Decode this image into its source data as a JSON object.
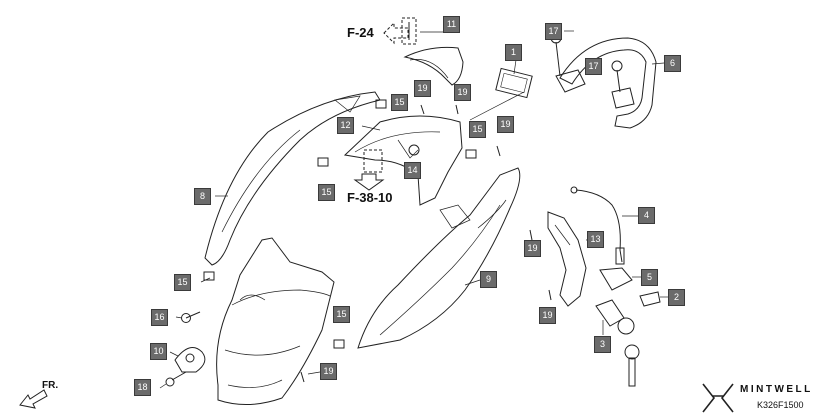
{
  "references": {
    "f24": "F-24",
    "f3810": "F-38-10"
  },
  "direction": "FR.",
  "brand": "MINTWELL",
  "diagram_code": "K326F1500",
  "callouts": {
    "c1": "1",
    "c2": "2",
    "c3": "3",
    "c4": "4",
    "c5": "5",
    "c6": "6",
    "c8": "8",
    "c9": "9",
    "c10": "10",
    "c11": "11",
    "c12": "12",
    "c13": "13",
    "c14": "14",
    "c15": "15",
    "c16": "16",
    "c17": "17",
    "c18": "18",
    "c19": "19"
  },
  "colors": {
    "callout_fill": "#6b6b6b",
    "line": "#222222"
  }
}
